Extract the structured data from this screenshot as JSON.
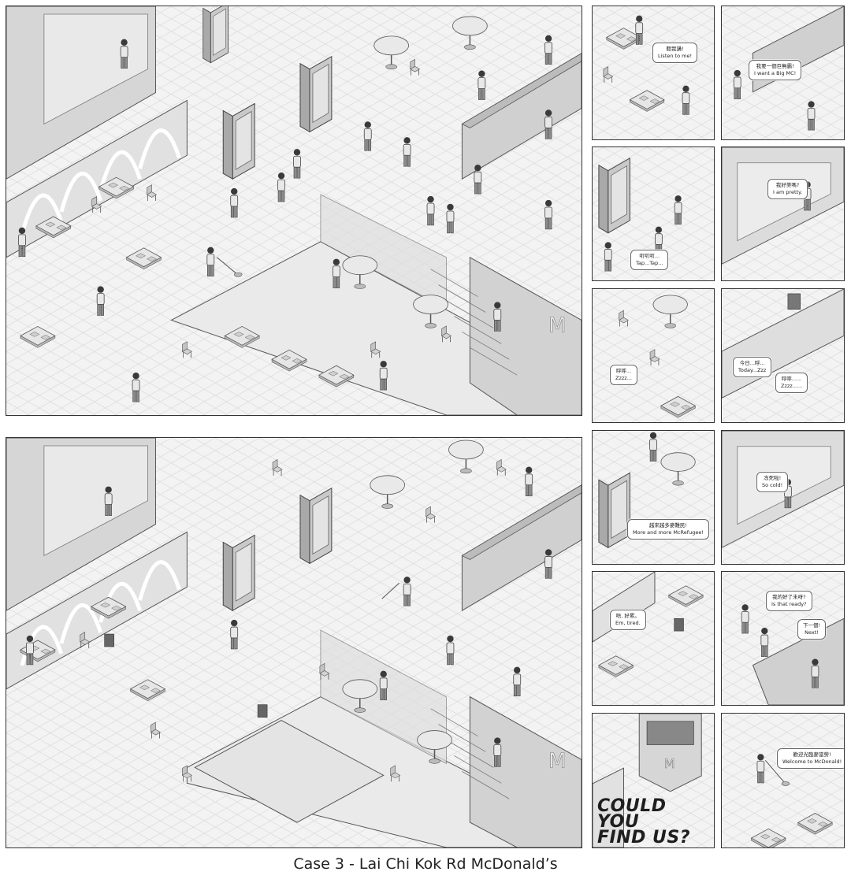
{
  "caption": "Case 3 - Lai Chi Kok Rd McDonald’s",
  "panel_title": {
    "line1": "COULD YOU",
    "line2": "FIND US?"
  },
  "logo_glyph": "M",
  "bubbles": {
    "listen": {
      "zh": "聽我講!",
      "en": "Listen to me!"
    },
    "bigmc": {
      "zh": "我要一個巨無霸!",
      "en": "I want a Big MC!"
    },
    "tap": {
      "zh": "咑咑咑...",
      "en": "Tap...Tap..."
    },
    "pretty": {
      "zh": "我好美嗎?",
      "en": "I am pretty."
    },
    "zzz1": {
      "zh": "呼呼...",
      "en": "Zzzz..."
    },
    "today": {
      "zh": "今日...呼...",
      "en": "Today...Zzz"
    },
    "zzz2": {
      "zh": "呼呼......",
      "en": "Zzzz......"
    },
    "mcrefugee": {
      "zh": "越來越多麥難民!",
      "en": "More and more McRefugee!"
    },
    "cold": {
      "zh": "冻死啦!",
      "en": "So cold!"
    },
    "tired": {
      "zh": "唔, 好累。",
      "en": "Em, tired."
    },
    "ready": {
      "zh": "我的好了未呀?",
      "en": "Is that ready?"
    },
    "next": {
      "zh": "下一個!",
      "en": "Next!"
    },
    "welcome": {
      "zh": "歡迎光臨麥當勞!",
      "en": "Welcome to McDonald!"
    }
  },
  "colors": {
    "floor": "#f2f2f2",
    "grid": "#d9d9d9",
    "wall": "#cfcfcf",
    "wall_dark": "#9e9e9e",
    "figure": "#8a8a8a",
    "outline": "#333333"
  }
}
